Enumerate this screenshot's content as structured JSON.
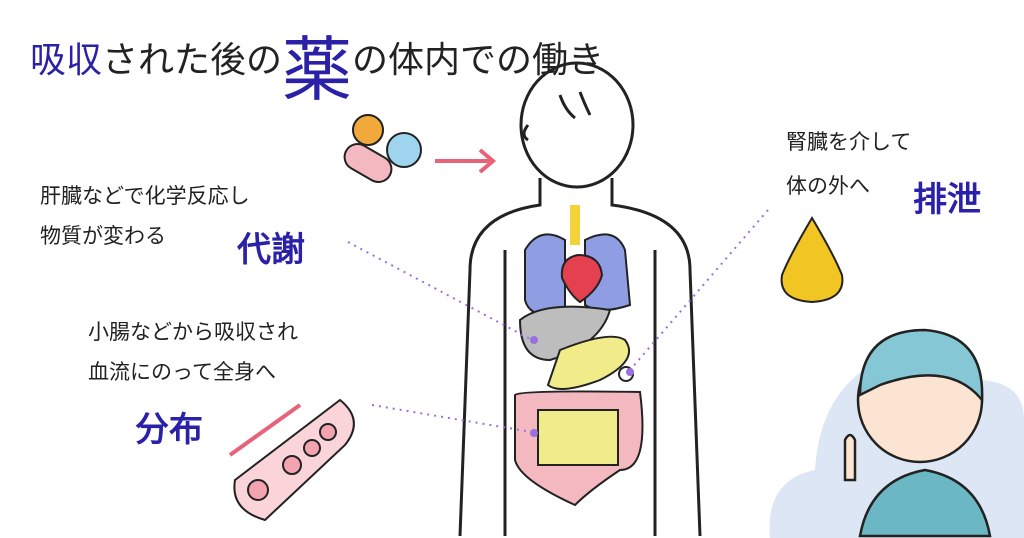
{
  "title": {
    "part1": "吸収",
    "part2": "された後の",
    "part3": "薬",
    "part4": "の体内での働き"
  },
  "metabolism": {
    "line1": "肝臓などで化学反応し",
    "line2": "物質が変わる",
    "keyword": "代謝"
  },
  "excretion": {
    "line1": "腎臓を介して",
    "line2": "体の外へ",
    "keyword": "排泄"
  },
  "distribution": {
    "line1": "小腸などから吸収され",
    "line2": "血流にのって全身へ",
    "keyword": "分布"
  },
  "colors": {
    "accent": "#2a21a8",
    "dotted_line": "#9a6fe0",
    "arrow": "#e8637a"
  }
}
